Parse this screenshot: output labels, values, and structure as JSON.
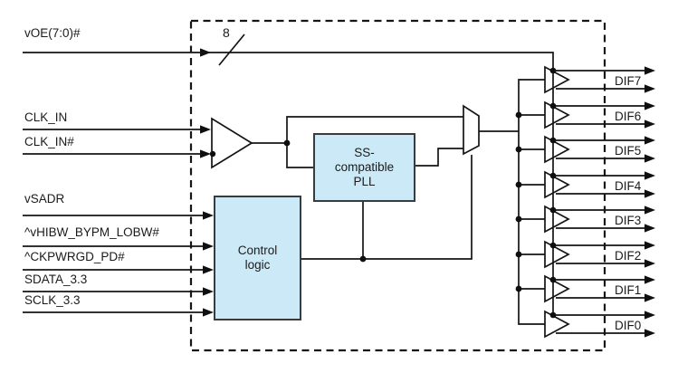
{
  "figure": {
    "inputs": [
      "vOE(7:0)#",
      "CLK_IN",
      "CLK_IN#",
      "vSADR",
      "^vHIBW_BYPM_LOBW#",
      "^CKPWRGD_PD#",
      "SDATA_3.3",
      "SCLK_3.3"
    ],
    "bus_width_label": "8",
    "blocks": {
      "pll": {
        "line1": "SS-",
        "line2": "compatible",
        "line3": "PLL"
      },
      "control": {
        "line1": "Control",
        "line2": "logic"
      }
    },
    "outputs": [
      "DIF7",
      "DIF6",
      "DIF5",
      "DIF4",
      "DIF3",
      "DIF2",
      "DIF1",
      "DIF0"
    ],
    "colors": {
      "block_fill": "#cbe9f7",
      "line": "#141414",
      "background": "#ffffff"
    }
  }
}
